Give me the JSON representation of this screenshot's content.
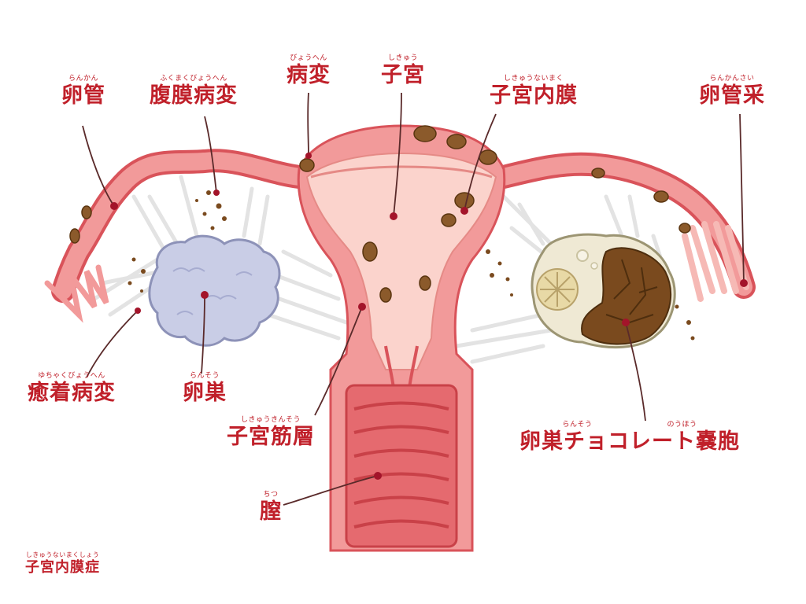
{
  "labels": {
    "rankan": {
      "ruby": "らんかん",
      "text": "卵管"
    },
    "fukumaku": {
      "ruby": "ふくまくびょうへん",
      "text": "腹膜病変"
    },
    "byohen": {
      "ruby": "びょうへん",
      "text": "病変"
    },
    "shikyu": {
      "ruby": "しきゅう",
      "text": "子宮"
    },
    "naimaku": {
      "ruby": "しきゅうないまく",
      "text": "子宮内膜"
    },
    "rankansai": {
      "ruby": "らんかんさい",
      "text": "卵管采"
    },
    "yuchaku": {
      "ruby": "ゆちゃくびょうへん",
      "text": "癒着病変"
    },
    "ransou": {
      "ruby": "らんそう",
      "text": "卵巣"
    },
    "kinsou": {
      "ruby": "しきゅうきんそう",
      "text": "子宮筋層"
    },
    "chitsu": {
      "ruby": "ちつ",
      "text": "膣"
    },
    "chocolate": {
      "ruby": "らんそう　　　　　　　　　　のうほう",
      "text": "卵巣チョコレート嚢胞"
    },
    "title": {
      "ruby": "しきゅうないまくしょう",
      "text": "子宮内膜症"
    }
  },
  "colors": {
    "label_red": "#c0202a",
    "tissue_pink": "#f29a9a",
    "tissue_light": "#fbd3cc",
    "tissue_dark": "#d9535a",
    "ovary_blue": "#c9cde6",
    "cyst_brown": "#7a4a1e",
    "ligament": "#e6e6e6"
  }
}
